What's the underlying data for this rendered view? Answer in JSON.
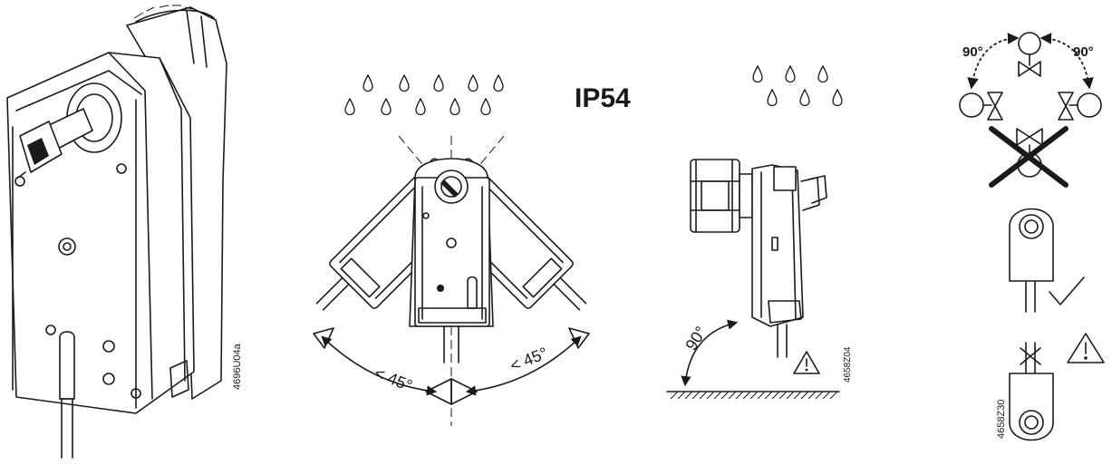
{
  "figure_codes": {
    "actuator": "4696U04a",
    "mounting": "4658Z04",
    "orientation": "4658Z30"
  },
  "labels": {
    "protection_class": "IP54",
    "tilt_left": "< 45°",
    "tilt_right": "< 45°",
    "angle_vertical": "90°",
    "rotate_left": "90°",
    "rotate_right": "90°"
  },
  "icons": {
    "warning": "warning-triangle-icon",
    "ok": "checkmark-icon",
    "forbidden": "cross-icon",
    "water": "water-drop-icon"
  }
}
